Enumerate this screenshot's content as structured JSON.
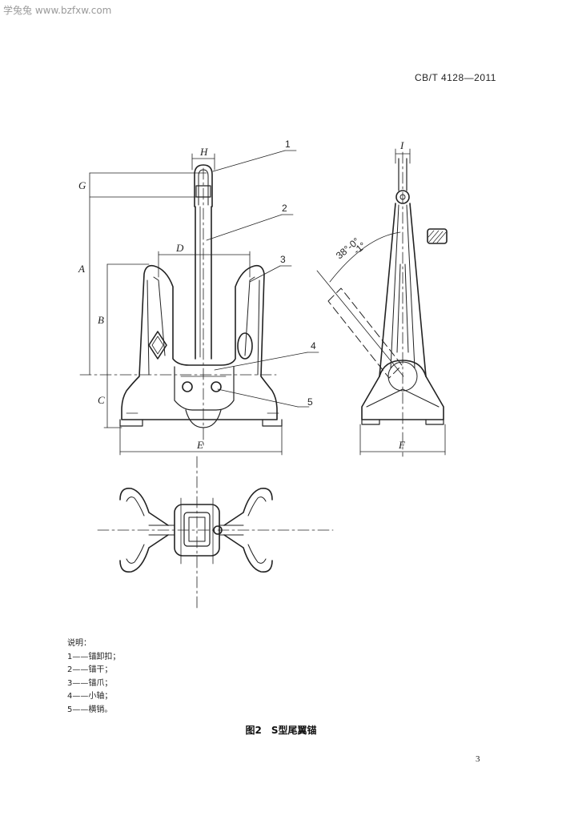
{
  "header": {
    "watermark": "学兔兔 www.bzfxw.com",
    "standard_code": "CB/T 4128—2011"
  },
  "drawing": {
    "part_numbers": [
      "1",
      "2",
      "3",
      "4",
      "5"
    ],
    "dimensions": {
      "H": "H",
      "G": "G",
      "A": "A",
      "B": "B",
      "C": "C",
      "D": "D",
      "E": "E",
      "F": "F",
      "I": "I"
    },
    "angle_label": "38°-0°",
    "angle_tol": "-1°"
  },
  "legend": {
    "title": "说明：",
    "items": [
      "1——锚卸扣；",
      "2——锚干；",
      "3——锚爪；",
      "4——小轴；",
      "5——横销。"
    ]
  },
  "caption": "图2　S型尾翼锚",
  "page_number": "3"
}
